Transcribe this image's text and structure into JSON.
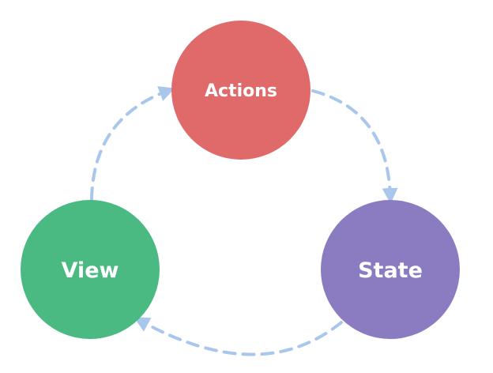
{
  "nodes": {
    "actions": {
      "label": "Actions",
      "color": "#e06a69"
    },
    "state": {
      "label": "State",
      "color": "#8b7cc1"
    },
    "view": {
      "label": "View",
      "color": "#4aba82"
    }
  },
  "arrows": {
    "color": "#a9c6ec",
    "style": "dashed"
  }
}
